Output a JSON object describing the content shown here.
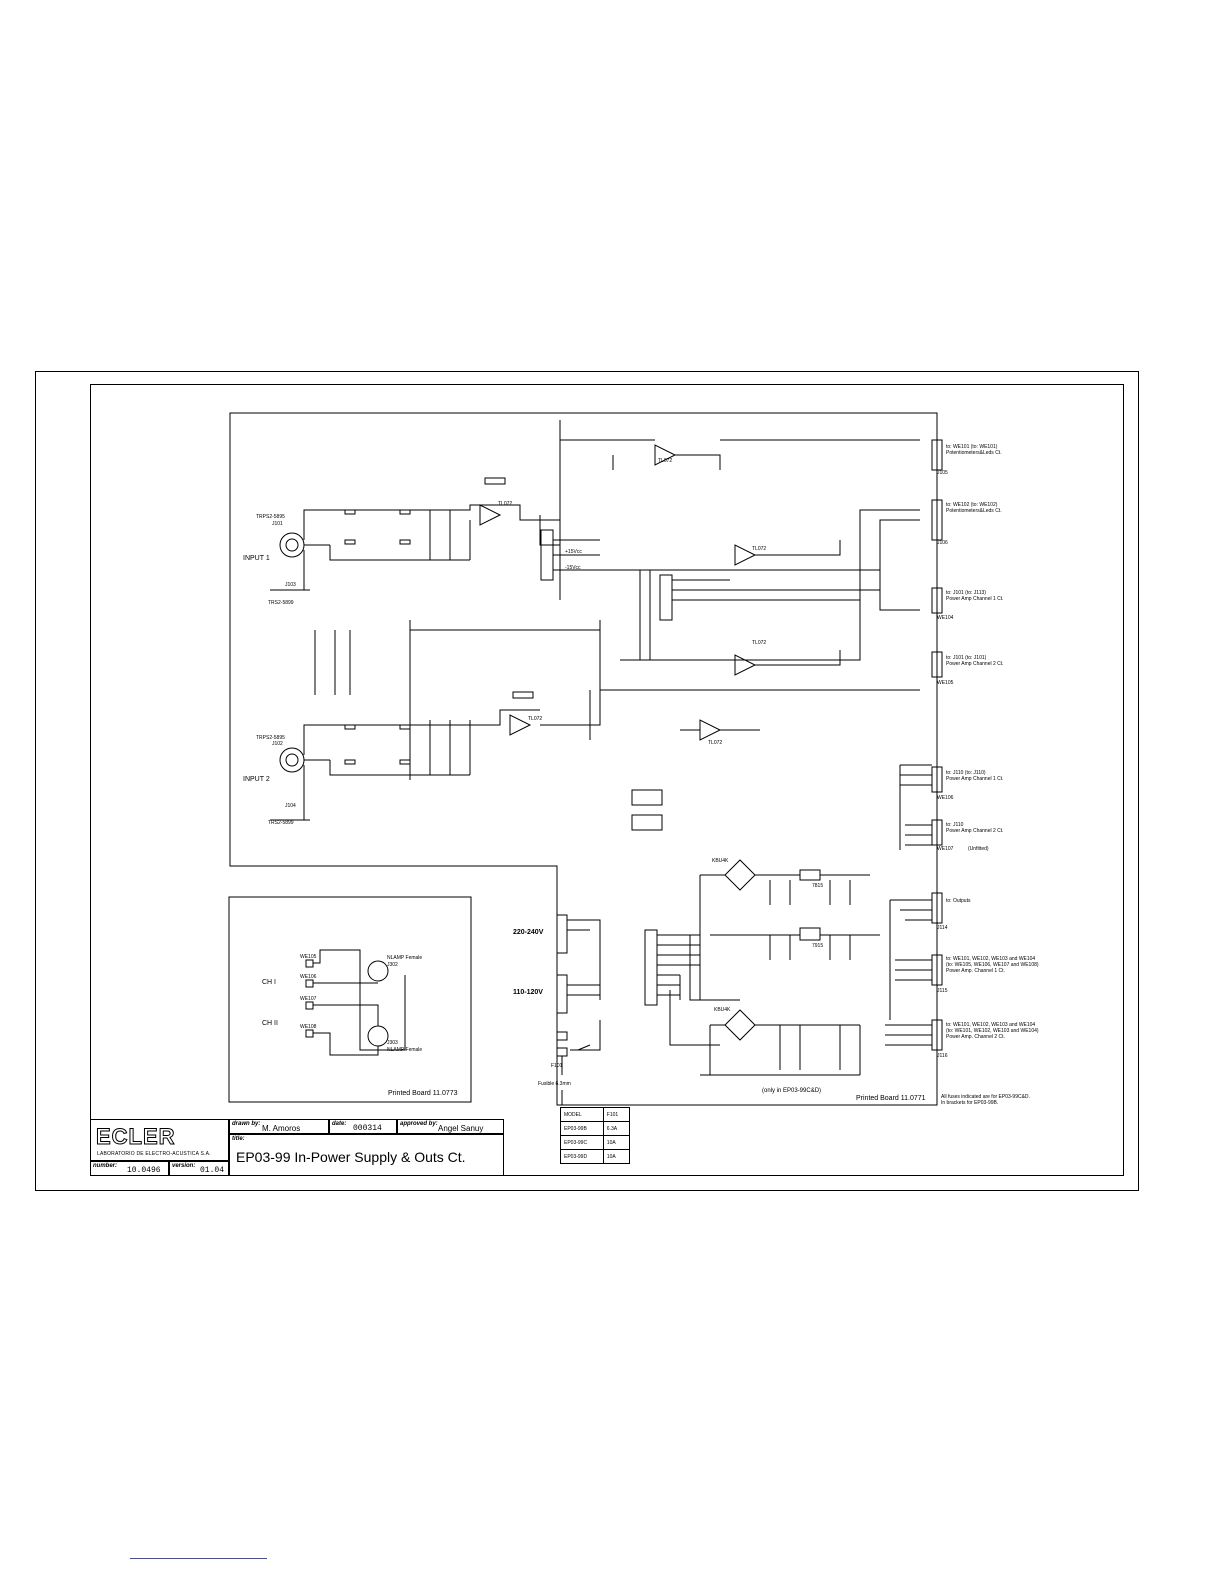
{
  "sheet": {
    "inputs": {
      "input1": "INPUT 1",
      "input2": "INPUT 2",
      "jack1": "J101",
      "jack2": "J102",
      "jack3": "J103",
      "jack4": "J104",
      "xlr1": "TRPS2-5895",
      "xlr2": "TRPS2-5895",
      "jack_part1": "TRS2-5899",
      "jack_part2": "TRS2-5899"
    },
    "opamps": [
      "TL072",
      "TL072",
      "TL072",
      "TL072",
      "TL072",
      "TL072"
    ],
    "connectors_right": [
      {
        "title": "to: WE101 (to: WE101)",
        "sub": "Potentiometers&Leds Ct.",
        "ref": "J105"
      },
      {
        "title": "to: WE102 (to: WE102)",
        "sub": "Potentiometers&Leds Ct.",
        "ref": "J106"
      },
      {
        "title": "to: J101 (to: J113)",
        "sub": "Power Amp Channel 1 Ct.",
        "ref": "WE104"
      },
      {
        "title": "to: J101 (to: J101)",
        "sub": "Power Amp Channel 2 Ct.",
        "ref": "WE105"
      },
      {
        "title": "to: J110 (to: J110)",
        "sub": "Power Amp Channel 1 Ct.",
        "ref": "WE106"
      },
      {
        "title": "to: J110",
        "sub": "Power Amp Channel 2 Ct.",
        "ref": "WE107",
        "extra": "(Unfitted)"
      },
      {
        "title": "to: Outputs",
        "sub": "",
        "ref": "J114"
      },
      {
        "title": "to: WE101, WE102, WE103 and WE104",
        "sub": "(to: WE105, WE106, WE107 and WE108)",
        "sub2": "Power Amp. Channel 1 Ct.",
        "ref": "J115"
      },
      {
        "title": "to: WE101, WE102, WE103 and WE104",
        "sub": "(to: WE101, WE102, WE103 and WE104)",
        "sub2": "Power Amp. Channel 2 Ct.",
        "ref": "J116"
      }
    ],
    "supply": {
      "v_high": "220-240V",
      "v_low": "110-120V",
      "fuse_ref": "F101",
      "fuse_label": "Fusible 6.3mm",
      "only_note": "(only in EP03-99C&D)",
      "regs": [
        "7815",
        "7915"
      ],
      "bridge1": "KBU4K",
      "bridge2": "KBU4K",
      "plus15": "+15Vcc",
      "minus15": "-15Vcc"
    },
    "inset": {
      "ch1": "CH I",
      "ch2": "CH II",
      "we105": "WE105",
      "we106": "WE106",
      "we107": "WE107",
      "we108": "WE108",
      "j302": "J302",
      "j303": "J303",
      "lamp": "NLAMP Female",
      "board": "Printed Board 11.0773"
    },
    "board_main": "Printed Board 11.0771",
    "fuse_note_1": "All fuses indicated are for EP03-99C&D.",
    "fuse_note_2": "In brackets for EP03-99B.",
    "model_table": {
      "header": [
        "MODEL",
        "F101"
      ],
      "rows": [
        [
          "EP03-99B",
          "6.3A"
        ],
        [
          "EP03-99C",
          "10A"
        ],
        [
          "EP03-99D",
          "10A"
        ]
      ]
    },
    "title_block": {
      "logo": "ECLER",
      "logo_sub": "LABORATORIO DE ELECTRO-ACUSTICA S.A.",
      "drawn_by_label": "drawn by:",
      "drawn_by": "M. Amoros",
      "date_label": "date:",
      "date": "000314",
      "approved_label": "approved by:",
      "approved": "Angel Sanuy",
      "title_label": "title:",
      "title": "EP03-99 In-Power Supply & Outs Ct.",
      "number_label": "number:",
      "number": "10.0496",
      "version_label": "version:",
      "version": "01.04"
    }
  }
}
